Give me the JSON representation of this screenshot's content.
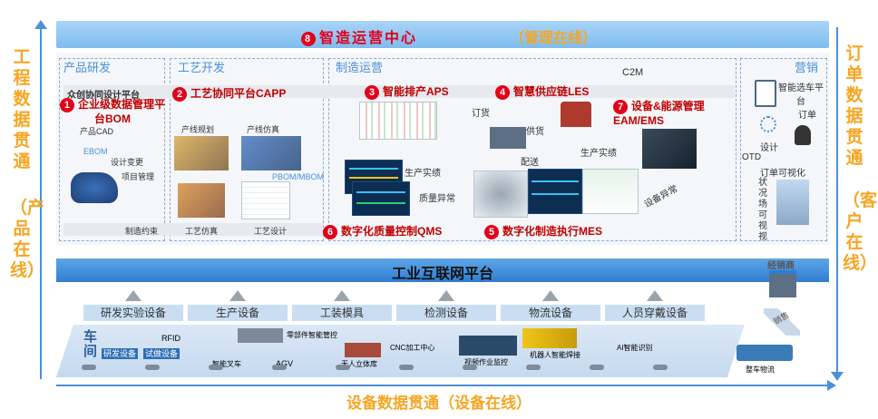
{
  "left_axis": {
    "title": "工程数据贯通",
    "sub": "（产品在线）"
  },
  "right_axis": {
    "title": "订单数据贯通",
    "sub": "（客户在线）"
  },
  "top": {
    "number": "8",
    "title": "智造运营中心",
    "sub": "（管理在线）"
  },
  "regions": {
    "product": "产品研发",
    "process": "工艺开发",
    "manufacturing": "制造运营",
    "marketing": "营销"
  },
  "modules": {
    "m1": {
      "number": "1",
      "name": "企业级数据管理平台BOM"
    },
    "m2": {
      "number": "2",
      "name": "工艺协同平台CAPP"
    },
    "m3": {
      "number": "3",
      "name": "智能排产APS"
    },
    "m4": {
      "number": "4",
      "name": "智慧供应链LES"
    },
    "m5": {
      "number": "5",
      "name": "数字化制造执行MES"
    },
    "m6": {
      "number": "6",
      "name": "数字化质量控制QMS"
    },
    "m7": {
      "number": "7",
      "name": "设备&能源管理EAM/EMS"
    }
  },
  "labels": {
    "crowd": "众创协同设计平台",
    "cad": "产品CAD",
    "ebom": "EBOM",
    "change": "设计变更",
    "project": "项目管理",
    "constraint": "制造约束",
    "line_plan": "产线规划",
    "line_sim": "产线仿真",
    "pbom": "PBOM/MBOM",
    "process_sim": "工艺仿真",
    "process_design": "工艺设计",
    "c2m": "C2M",
    "order": "订货",
    "supply": "供货",
    "delivery": "配送",
    "prod_status1": "生产实绩",
    "prod_status2": "生产实绩",
    "quality_abn": "质量异常",
    "equip_abn": "设备异常",
    "smart_select": "智能选车平台",
    "order_lbl": "订单",
    "design": "设计",
    "otd": "OTD",
    "order_visual": "订单可视化",
    "scene_visual": "状况场可视视"
  },
  "platform": "工业互联网平台",
  "dealer": "经销商",
  "equipment": [
    "研发实验设备",
    "生产设备",
    "工装模具",
    "检测设备",
    "物流设备",
    "人员穿戴设备"
  ],
  "workshop": {
    "title": "车间",
    "tags": [
      "研发设备",
      "试做设备"
    ],
    "items": [
      "RFID",
      "智能叉车",
      "AGV",
      "零部件智能管控",
      "无人立体库",
      "CNC加工中心",
      "视频作业监控",
      "机器人智能焊接",
      "AI智能识别"
    ],
    "logistics": "整车物流",
    "car_ship": "销售"
  },
  "bottom": {
    "title": "设备数据贯通（设备在线）"
  }
}
